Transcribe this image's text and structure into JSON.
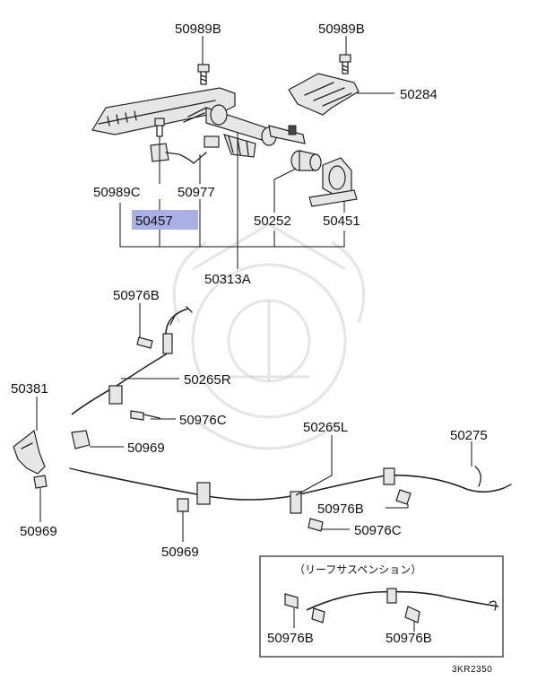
{
  "diagram": {
    "callouts": {
      "p_50989B_left": "50989B",
      "p_50989B_right": "50989B",
      "p_50284": "50284",
      "p_50989C": "50989C",
      "p_50977": "50977",
      "p_50457": "50457",
      "p_50252": "50252",
      "p_50451": "50451",
      "p_50313A": "50313A",
      "p_50976B_top": "50976B",
      "p_50265R": "50265R",
      "p_50381": "50381",
      "p_50976C_mid": "50976C",
      "p_50969_mid": "50969",
      "p_50265L": "50265L",
      "p_50275": "50275",
      "p_50969_left": "50969",
      "p_50976B_mid": "50976B",
      "p_50976C_low": "50976C",
      "p_50969_bottom": "50969",
      "p_50976B_box_left": "50976B",
      "p_50976B_box_right": "50976B"
    },
    "inset_title": "（リーフサスペンション）",
    "drawing_code": "3KR2350",
    "highlight_color": "#aab0e6"
  }
}
